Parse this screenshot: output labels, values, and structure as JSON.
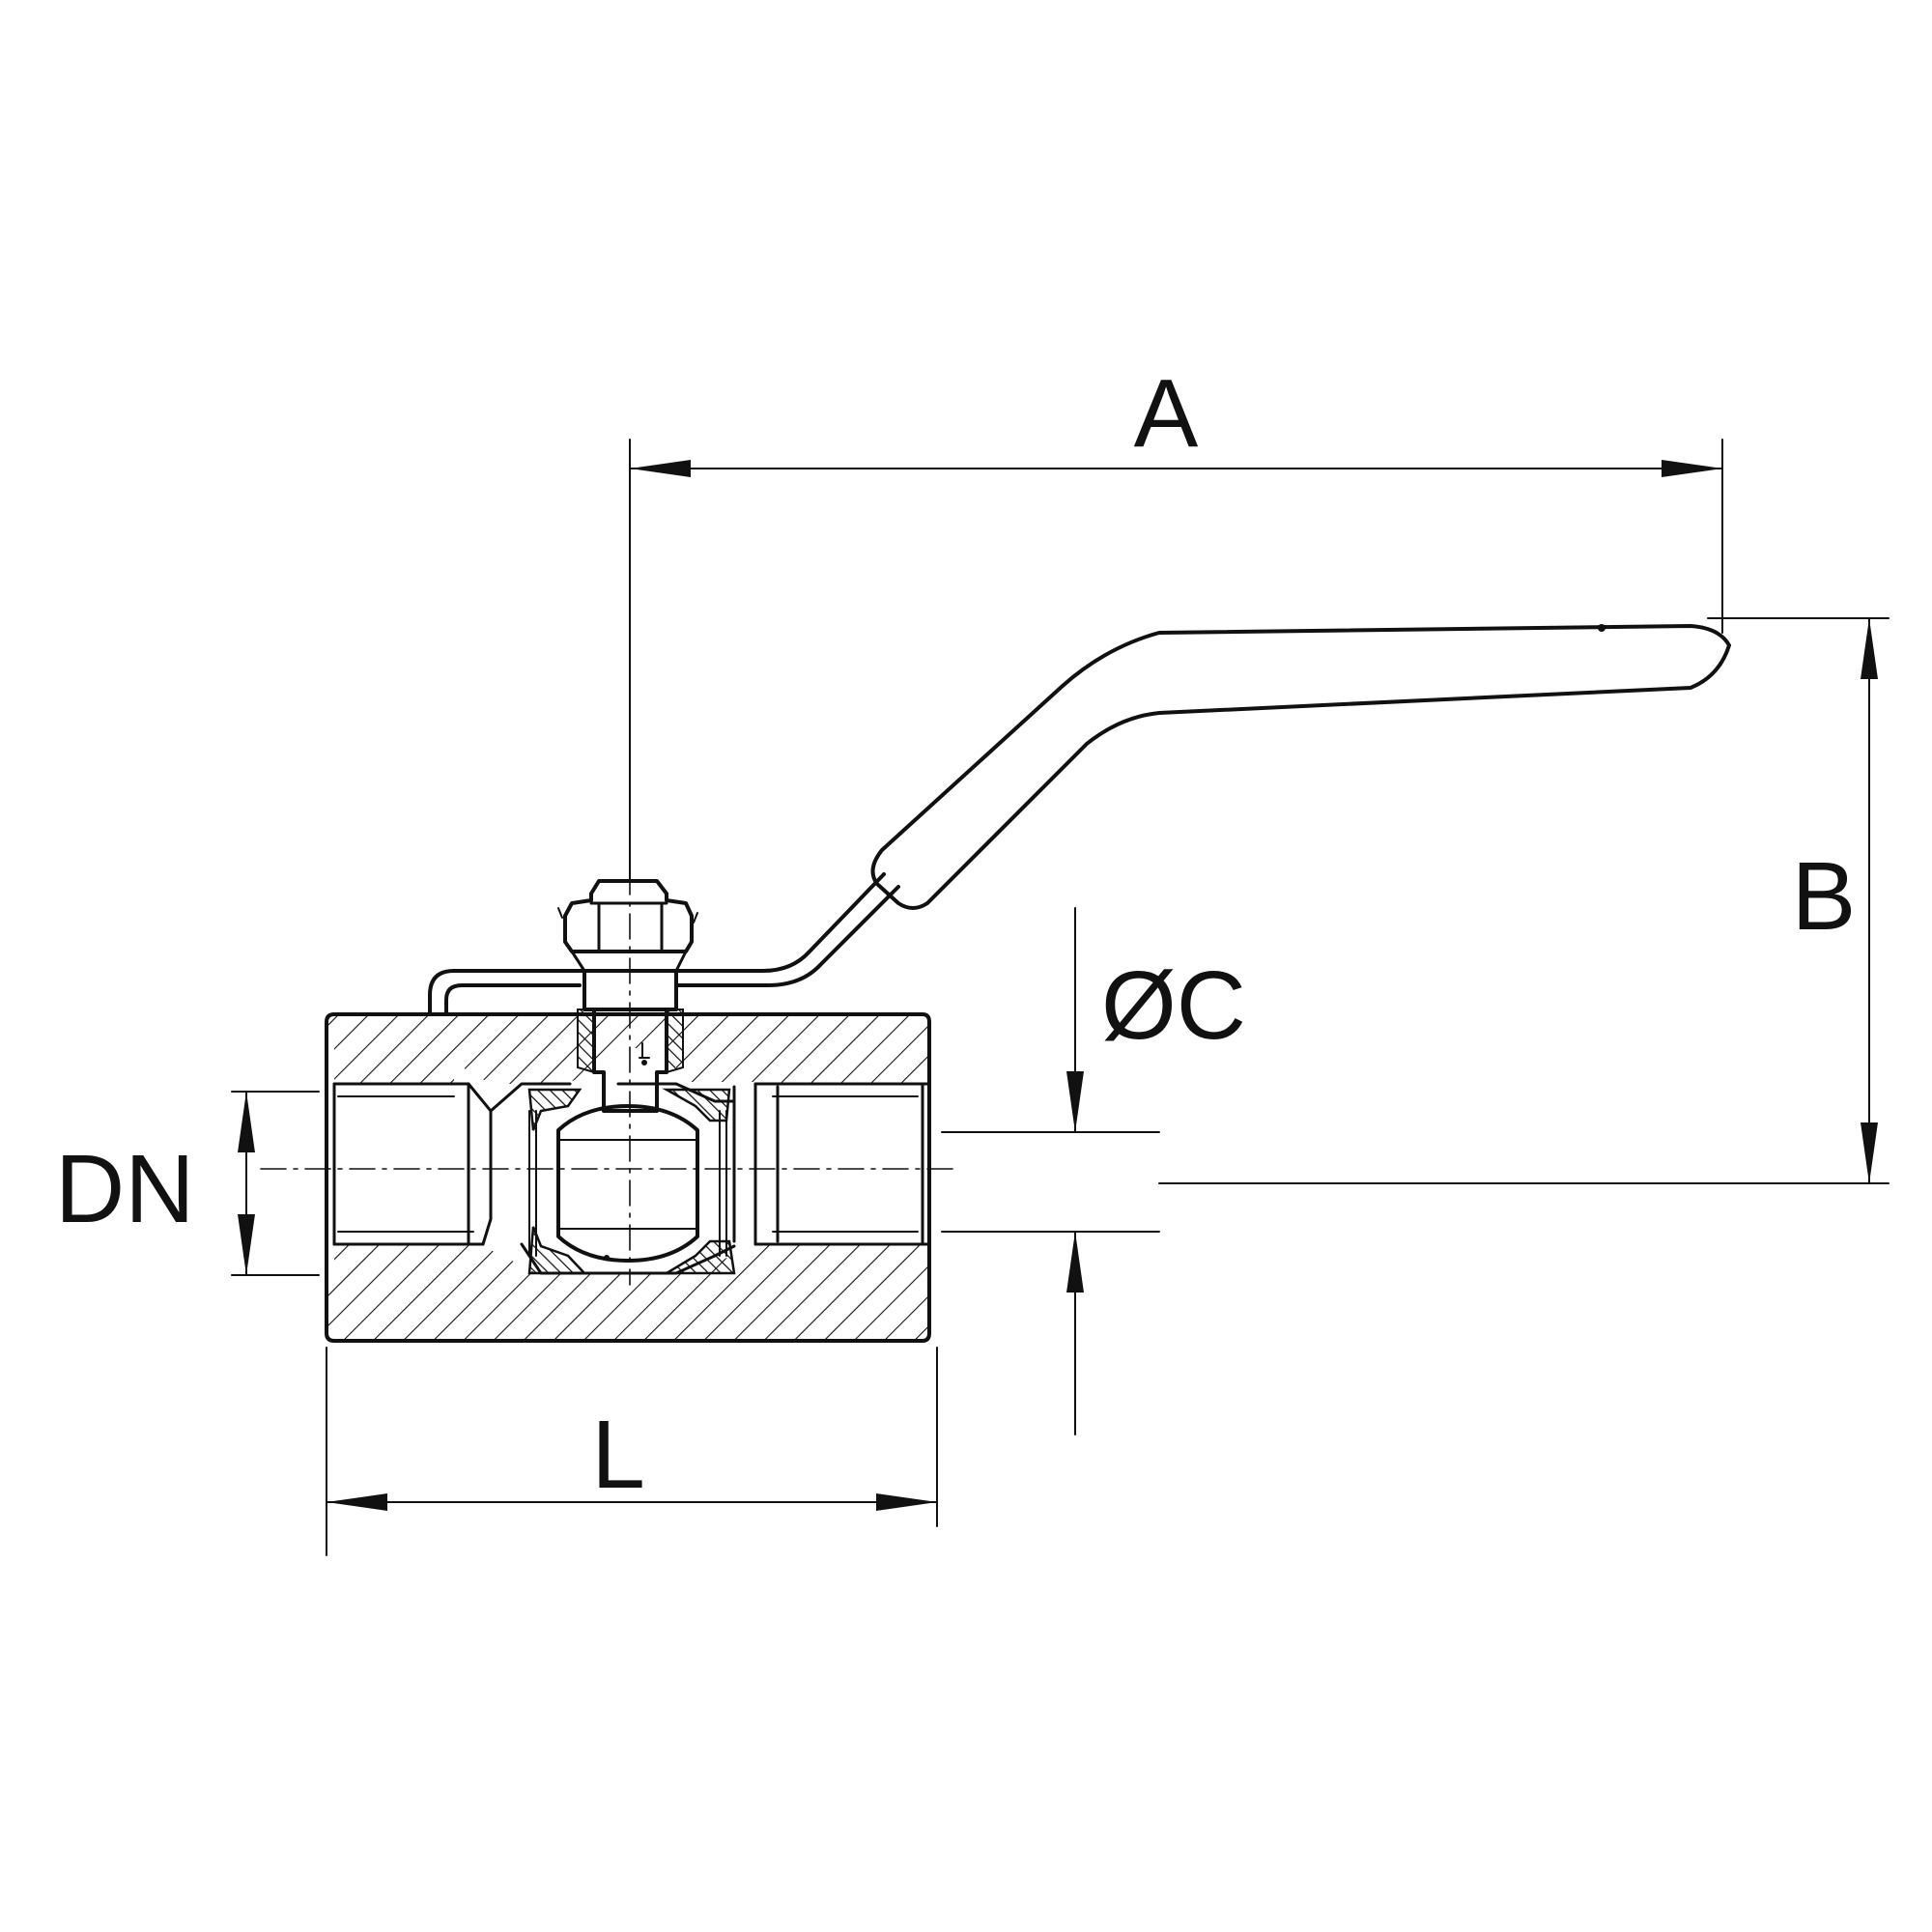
{
  "labels": {
    "dim_a": "A",
    "dim_b": "B",
    "dim_c": "ØC",
    "dim_dn": "DN",
    "dim_l": "L"
  }
}
